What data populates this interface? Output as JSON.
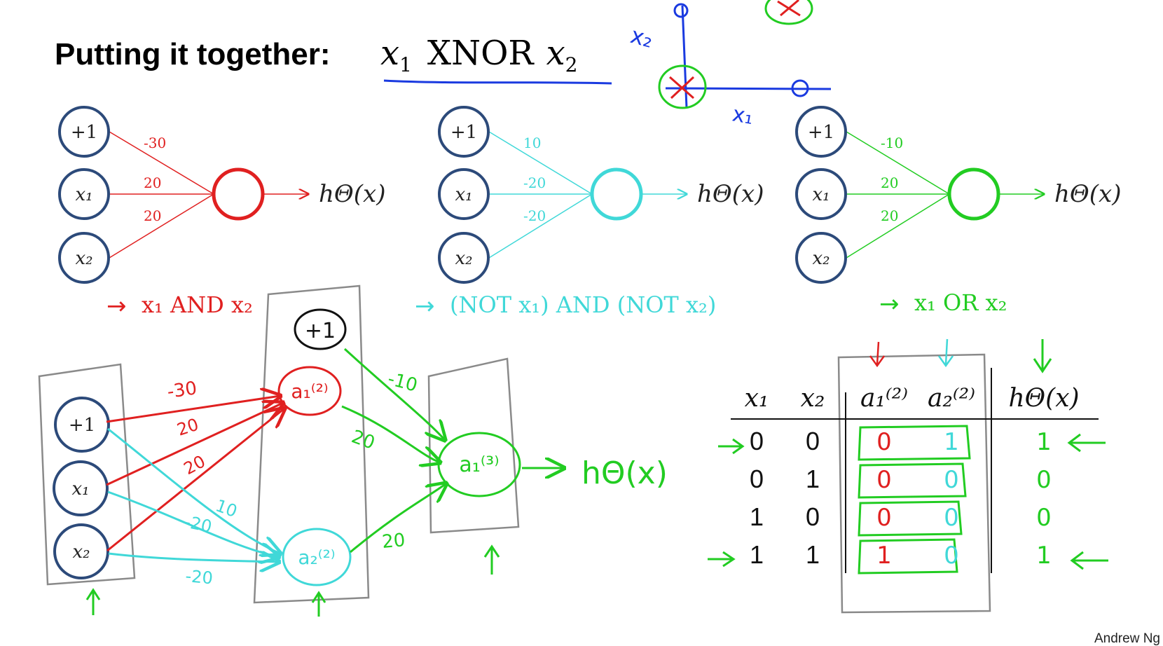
{
  "title": {
    "prefix": "Putting it together:",
    "x1": "x",
    "x1_sub": "1",
    "op": "XNOR",
    "x2": "x",
    "x2_sub": "2"
  },
  "colors": {
    "and": "#e02020",
    "nor": "#40d8d8",
    "or": "#22cc22",
    "node": "#2c4a7a",
    "axis": "#1a3ae0",
    "grey": "#8a8a8a"
  },
  "networks": [
    {
      "color": "and",
      "inputs": [
        "+1",
        "x₁",
        "x₂"
      ],
      "weights": [
        "-30",
        "20",
        "20"
      ],
      "output": "hΘ(x)",
      "caption": "x₁ AND x₂",
      "arrow": "→"
    },
    {
      "color": "nor",
      "inputs": [
        "+1",
        "x₁",
        "x₂"
      ],
      "weights": [
        "10",
        "-20",
        "-20"
      ],
      "output": "hΘ(x)",
      "caption": "(NOT x₁) AND (NOT x₂)",
      "arrow": "→"
    },
    {
      "color": "or",
      "inputs": [
        "+1",
        "x₁",
        "x₂"
      ],
      "weights": [
        "-10",
        "20",
        "20"
      ],
      "output": "hΘ(x)",
      "caption": "x₁ OR x₂",
      "arrow": "→"
    }
  ],
  "sketch_axes": {
    "x_label": "x₁",
    "y_label": "x₂"
  },
  "combined": {
    "inputs": [
      "+1",
      "x₁",
      "x₂"
    ],
    "bias2": "+1",
    "a1": "a₁⁽²⁾",
    "a2": "a₂⁽²⁾",
    "a3": "a₁⁽³⁾",
    "output": "hΘ(x)",
    "red_weights": [
      "-30",
      "20",
      "20"
    ],
    "cyan_weights": [
      "10",
      "-20",
      "-20"
    ],
    "green_weights": [
      "-10",
      "20",
      "20"
    ]
  },
  "truth_table": {
    "headers": [
      "x₁",
      "x₂",
      "a₁⁽²⁾",
      "a₂⁽²⁾",
      "hΘ(x)"
    ],
    "rows": [
      [
        "0",
        "0",
        "0",
        "1",
        "1"
      ],
      [
        "0",
        "1",
        "0",
        "0",
        "0"
      ],
      [
        "1",
        "0",
        "0",
        "0",
        "0"
      ],
      [
        "1",
        "1",
        "1",
        "0",
        "1"
      ]
    ]
  },
  "credit": "Andrew Ng"
}
